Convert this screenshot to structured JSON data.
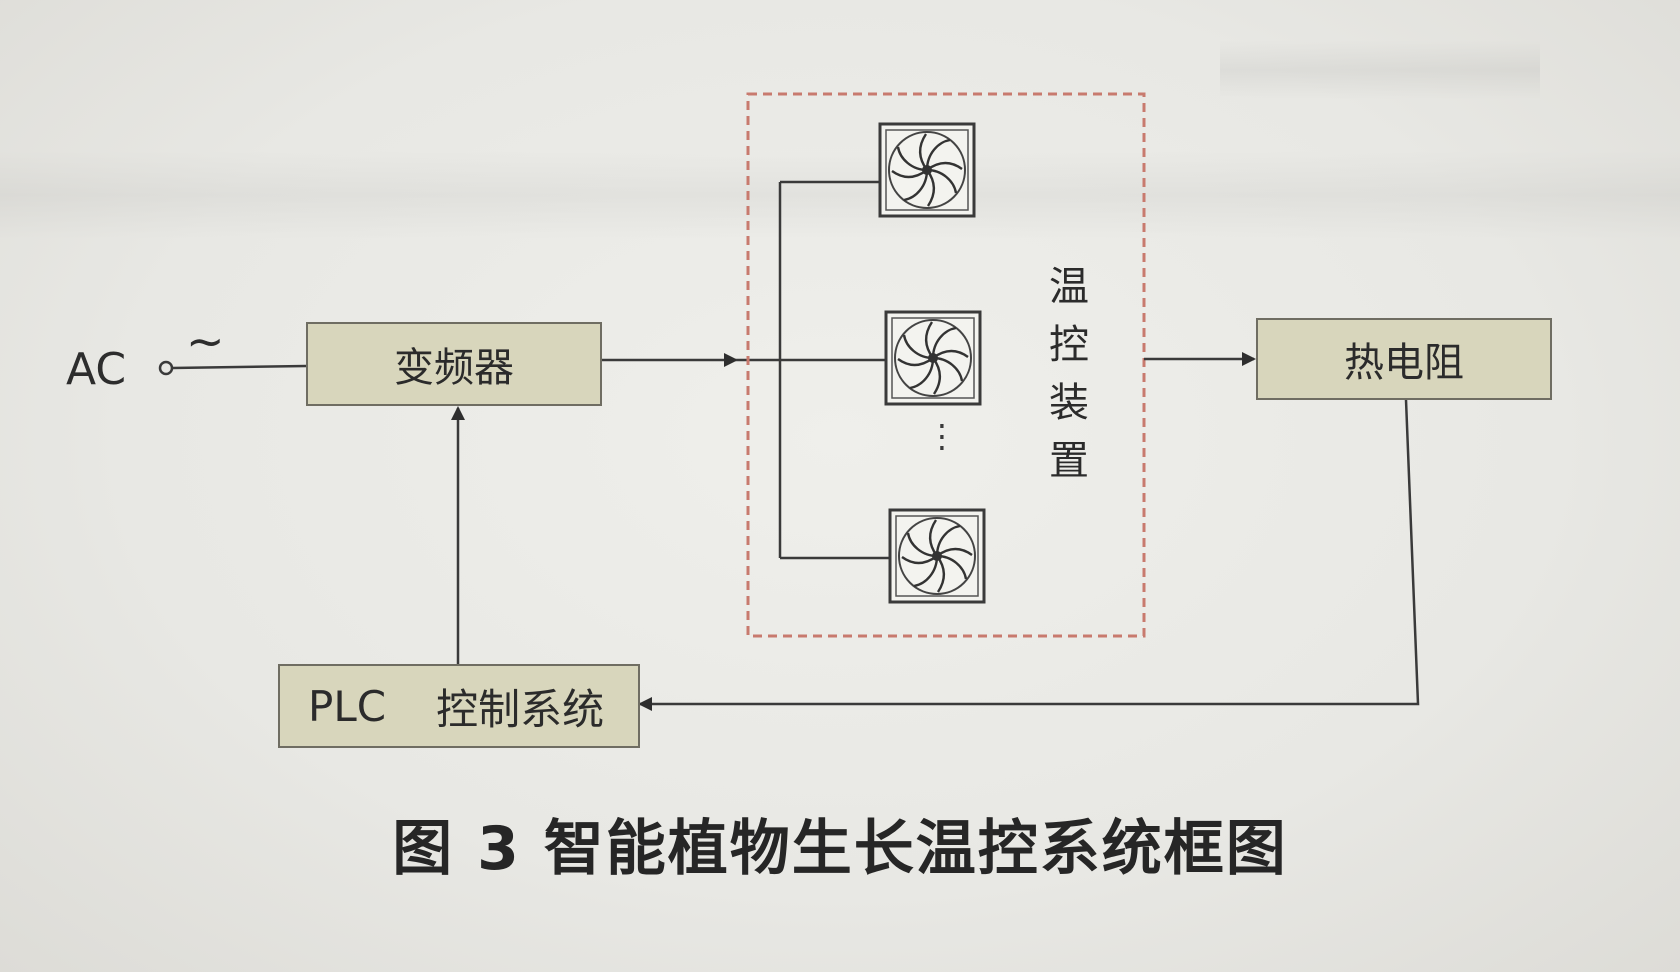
{
  "diagram": {
    "ac_label": "AC",
    "ac_symbol": "~",
    "inverter_label": "变频器",
    "thermistor_label": "热电阻",
    "plc_name": "PLC",
    "plc_label": "控制系统",
    "temp_control_chars": [
      "温",
      "控",
      "装",
      "置"
    ],
    "ellipsis": "⋮",
    "fan_icon": "fan-icon",
    "fan_count_shown": 3
  },
  "caption": "图 3  智能植物生长温控系统框图",
  "colors": {
    "block_fill": "#d8d6bc",
    "dashed_border": "#c87a6e",
    "wire": "#3a3a3a"
  }
}
